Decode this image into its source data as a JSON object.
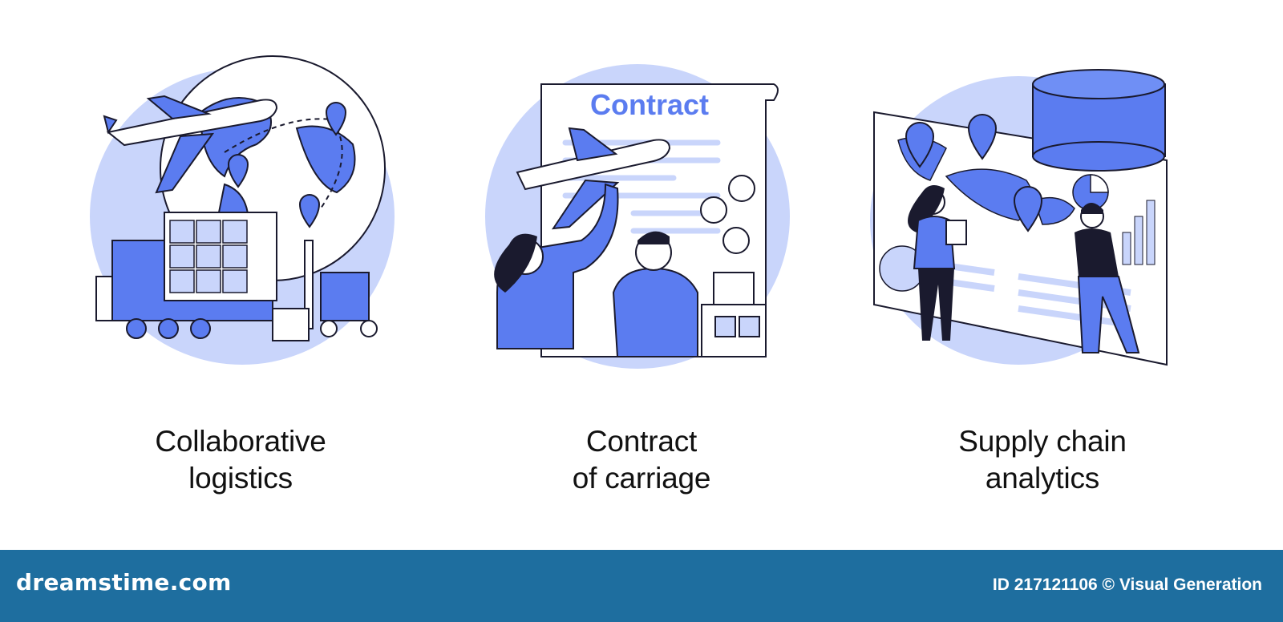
{
  "panels": [
    {
      "caption_line1": "Collaborative",
      "caption_line2": "logistics",
      "icon": "logistics-illustration"
    },
    {
      "caption_line1": "Contract",
      "caption_line2": "of carriage",
      "document_title": "Contract",
      "icon": "contract-illustration"
    },
    {
      "caption_line1": "Supply chain",
      "caption_line2": "analytics",
      "icon": "analytics-illustration"
    }
  ],
  "footer": {
    "brand": "dreamstime.com",
    "credit": "ID 217121106 © Visual Generation",
    "background": "#1e6e9f"
  },
  "colors": {
    "accent": "#5b7cf0",
    "light": "#c9d5fb",
    "ink": "#1a1a2e"
  }
}
